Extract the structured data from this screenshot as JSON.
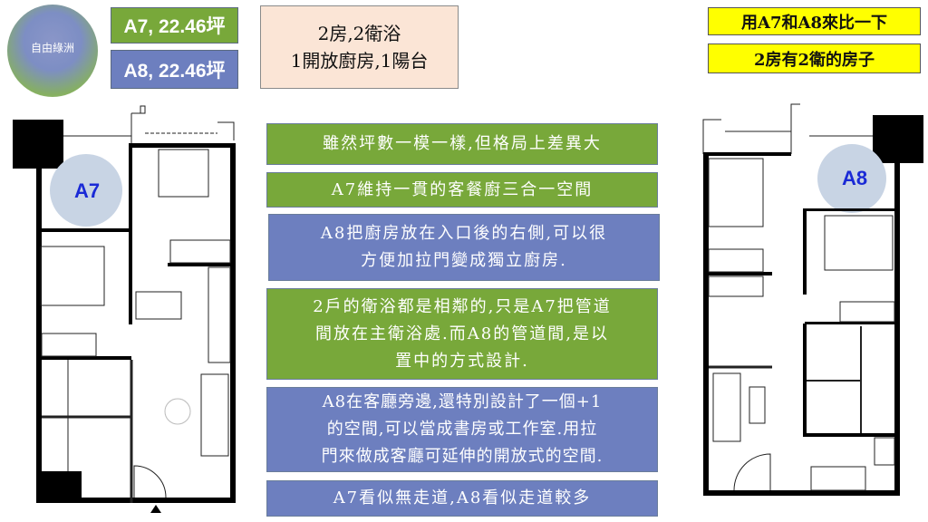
{
  "logo": {
    "text": "自由綠洲"
  },
  "units": [
    {
      "label": "A7, 22.46坪",
      "color": "#78a83a"
    },
    {
      "label": "A8, 22.46坪",
      "color": "#6d7fbf"
    }
  ],
  "summary": {
    "line1": "2房,2衛浴",
    "line2": "1開放廚房,1陽台"
  },
  "callouts": {
    "compare": "用A7和A8來比一下",
    "type": "2房有2衛的房子"
  },
  "notes": [
    {
      "lines": [
        "雖然坪數一模一樣,但格局上差異大"
      ],
      "color": "green"
    },
    {
      "lines": [
        "A7維持一貫的客餐廚三合一空間"
      ],
      "color": "green"
    },
    {
      "lines": [
        "A8把廚房放在入口後的右側,可以很",
        "方便加拉門變成獨立廚房."
      ],
      "color": "blue"
    },
    {
      "lines": [
        "2戶的衛浴都是相鄰的,只是A7把管道",
        "間放在主衛浴處.而A8的管道間,是以",
        "置中的方式設計."
      ],
      "color": "green"
    },
    {
      "lines": [
        "A8在客廳旁邊,還特別設計了一個+1",
        "的空間,可以當成書房或工作室.用拉",
        "門來做成客廳可延伸的開放式的空間."
      ],
      "color": "blue"
    },
    {
      "lines": [
        "A7看似無走道,A8看似走道較多"
      ],
      "color": "blue"
    }
  ],
  "plans": {
    "a7_badge": "A7",
    "a8_badge": "A8",
    "entrance_icon": "triangle-up-icon"
  }
}
